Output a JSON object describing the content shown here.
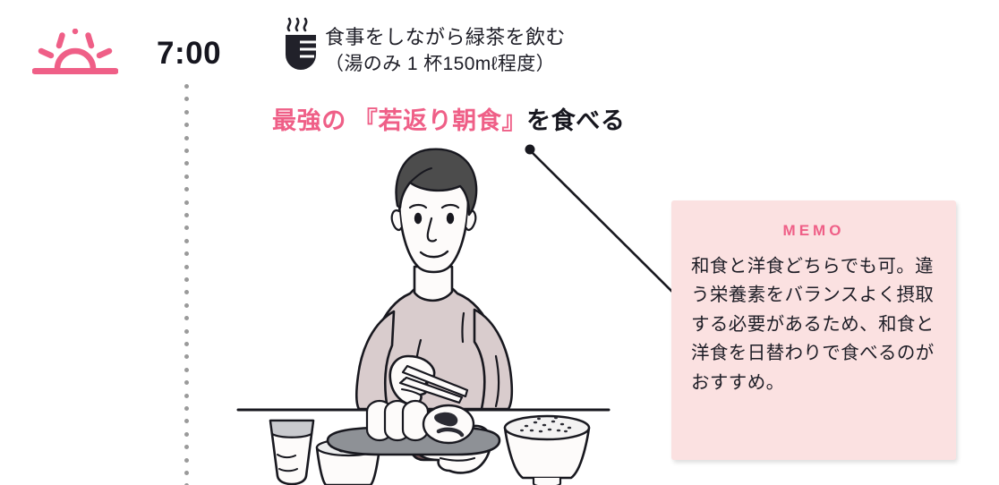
{
  "schedule": {
    "period_icon": "sunrise-icon",
    "time": "7:00"
  },
  "tea_note": {
    "icon": "teacup-with-steam-icon",
    "line1": "食事をしながら緑茶を飲む",
    "line2": "（湯のみ 1 杯150mℓ程度）"
  },
  "headline": {
    "highlight": "最強の 『若返り朝食』",
    "rest": "を食べる"
  },
  "memo": {
    "title": "MEMO",
    "body": "和食と洋食どちらでも可。違う栄養素をバランスよく摂取する必要があるため、和食と洋食を日替わりで食べるのがおすすめ。"
  },
  "illustration": {
    "alt": "朝食を食べる男性のイラスト",
    "items": [
      "chopsticks",
      "miso-soup-bowl",
      "drinking-glass",
      "small-side-dish-bowl",
      "serving-plate-with-rolls",
      "rice-bowl"
    ]
  },
  "colors": {
    "accent_pink": "#ef5f87",
    "memo_bg": "#fbe1e1",
    "text_dark": "#1d1d26",
    "dot_gray": "#9a9a9a",
    "shirt": "#d9cccd",
    "hair": "#4c4c4c",
    "soup_bowl": "#6e5255",
    "plate": "#8e9196"
  }
}
